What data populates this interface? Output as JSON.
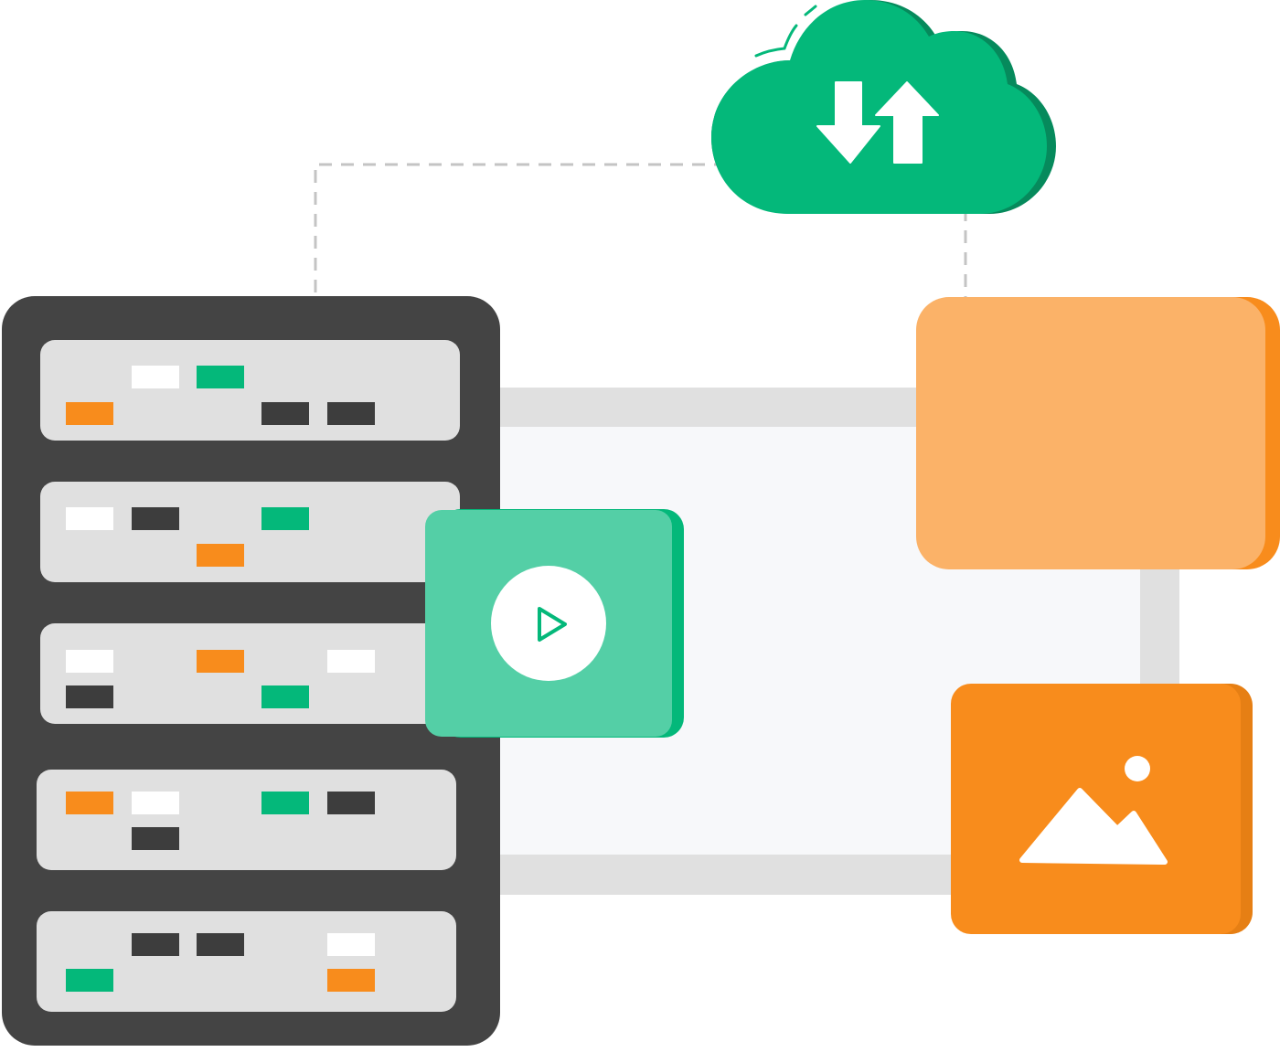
{
  "colors": {
    "server_body": "#444444",
    "server_slot": "#e0e0e0",
    "slot_led_orange": "#f88c1c",
    "slot_led_green": "#04b87a",
    "slot_led_dark": "#3d3d3d",
    "slot_led_white": "#ffffff",
    "cloud": "#04b87a",
    "cloud_shadow": "#068a5c",
    "video_card": "#54cfa6",
    "video_card_edge": "#04b87a",
    "doc_card": "#fbb268",
    "doc_card_edge": "#f88c1c",
    "image_card": "#f88c1c",
    "image_card_edge": "#e67f14",
    "frame_border": "#e0e0e0",
    "frame_fill": "#f7f8fa",
    "dashed_line": "#c4c4c4"
  },
  "icons": {
    "cloud": "cloud-sync-icon",
    "transfer": "up-down-arrows-icon",
    "play": "play-icon",
    "image": "image-landscape-icon"
  },
  "server": {
    "slots": [
      {
        "leds": [
          "white",
          "green",
          "orange",
          "dark",
          "dark"
        ]
      },
      {
        "leds": [
          "white",
          "dark",
          "green",
          "orange"
        ]
      },
      {
        "leds": [
          "white",
          "orange",
          "white",
          "dark",
          "green"
        ]
      },
      {
        "leds": [
          "orange",
          "white",
          "green",
          "dark",
          "dark"
        ]
      },
      {
        "leds": [
          "dark",
          "dark",
          "white",
          "green",
          "orange"
        ]
      }
    ]
  }
}
